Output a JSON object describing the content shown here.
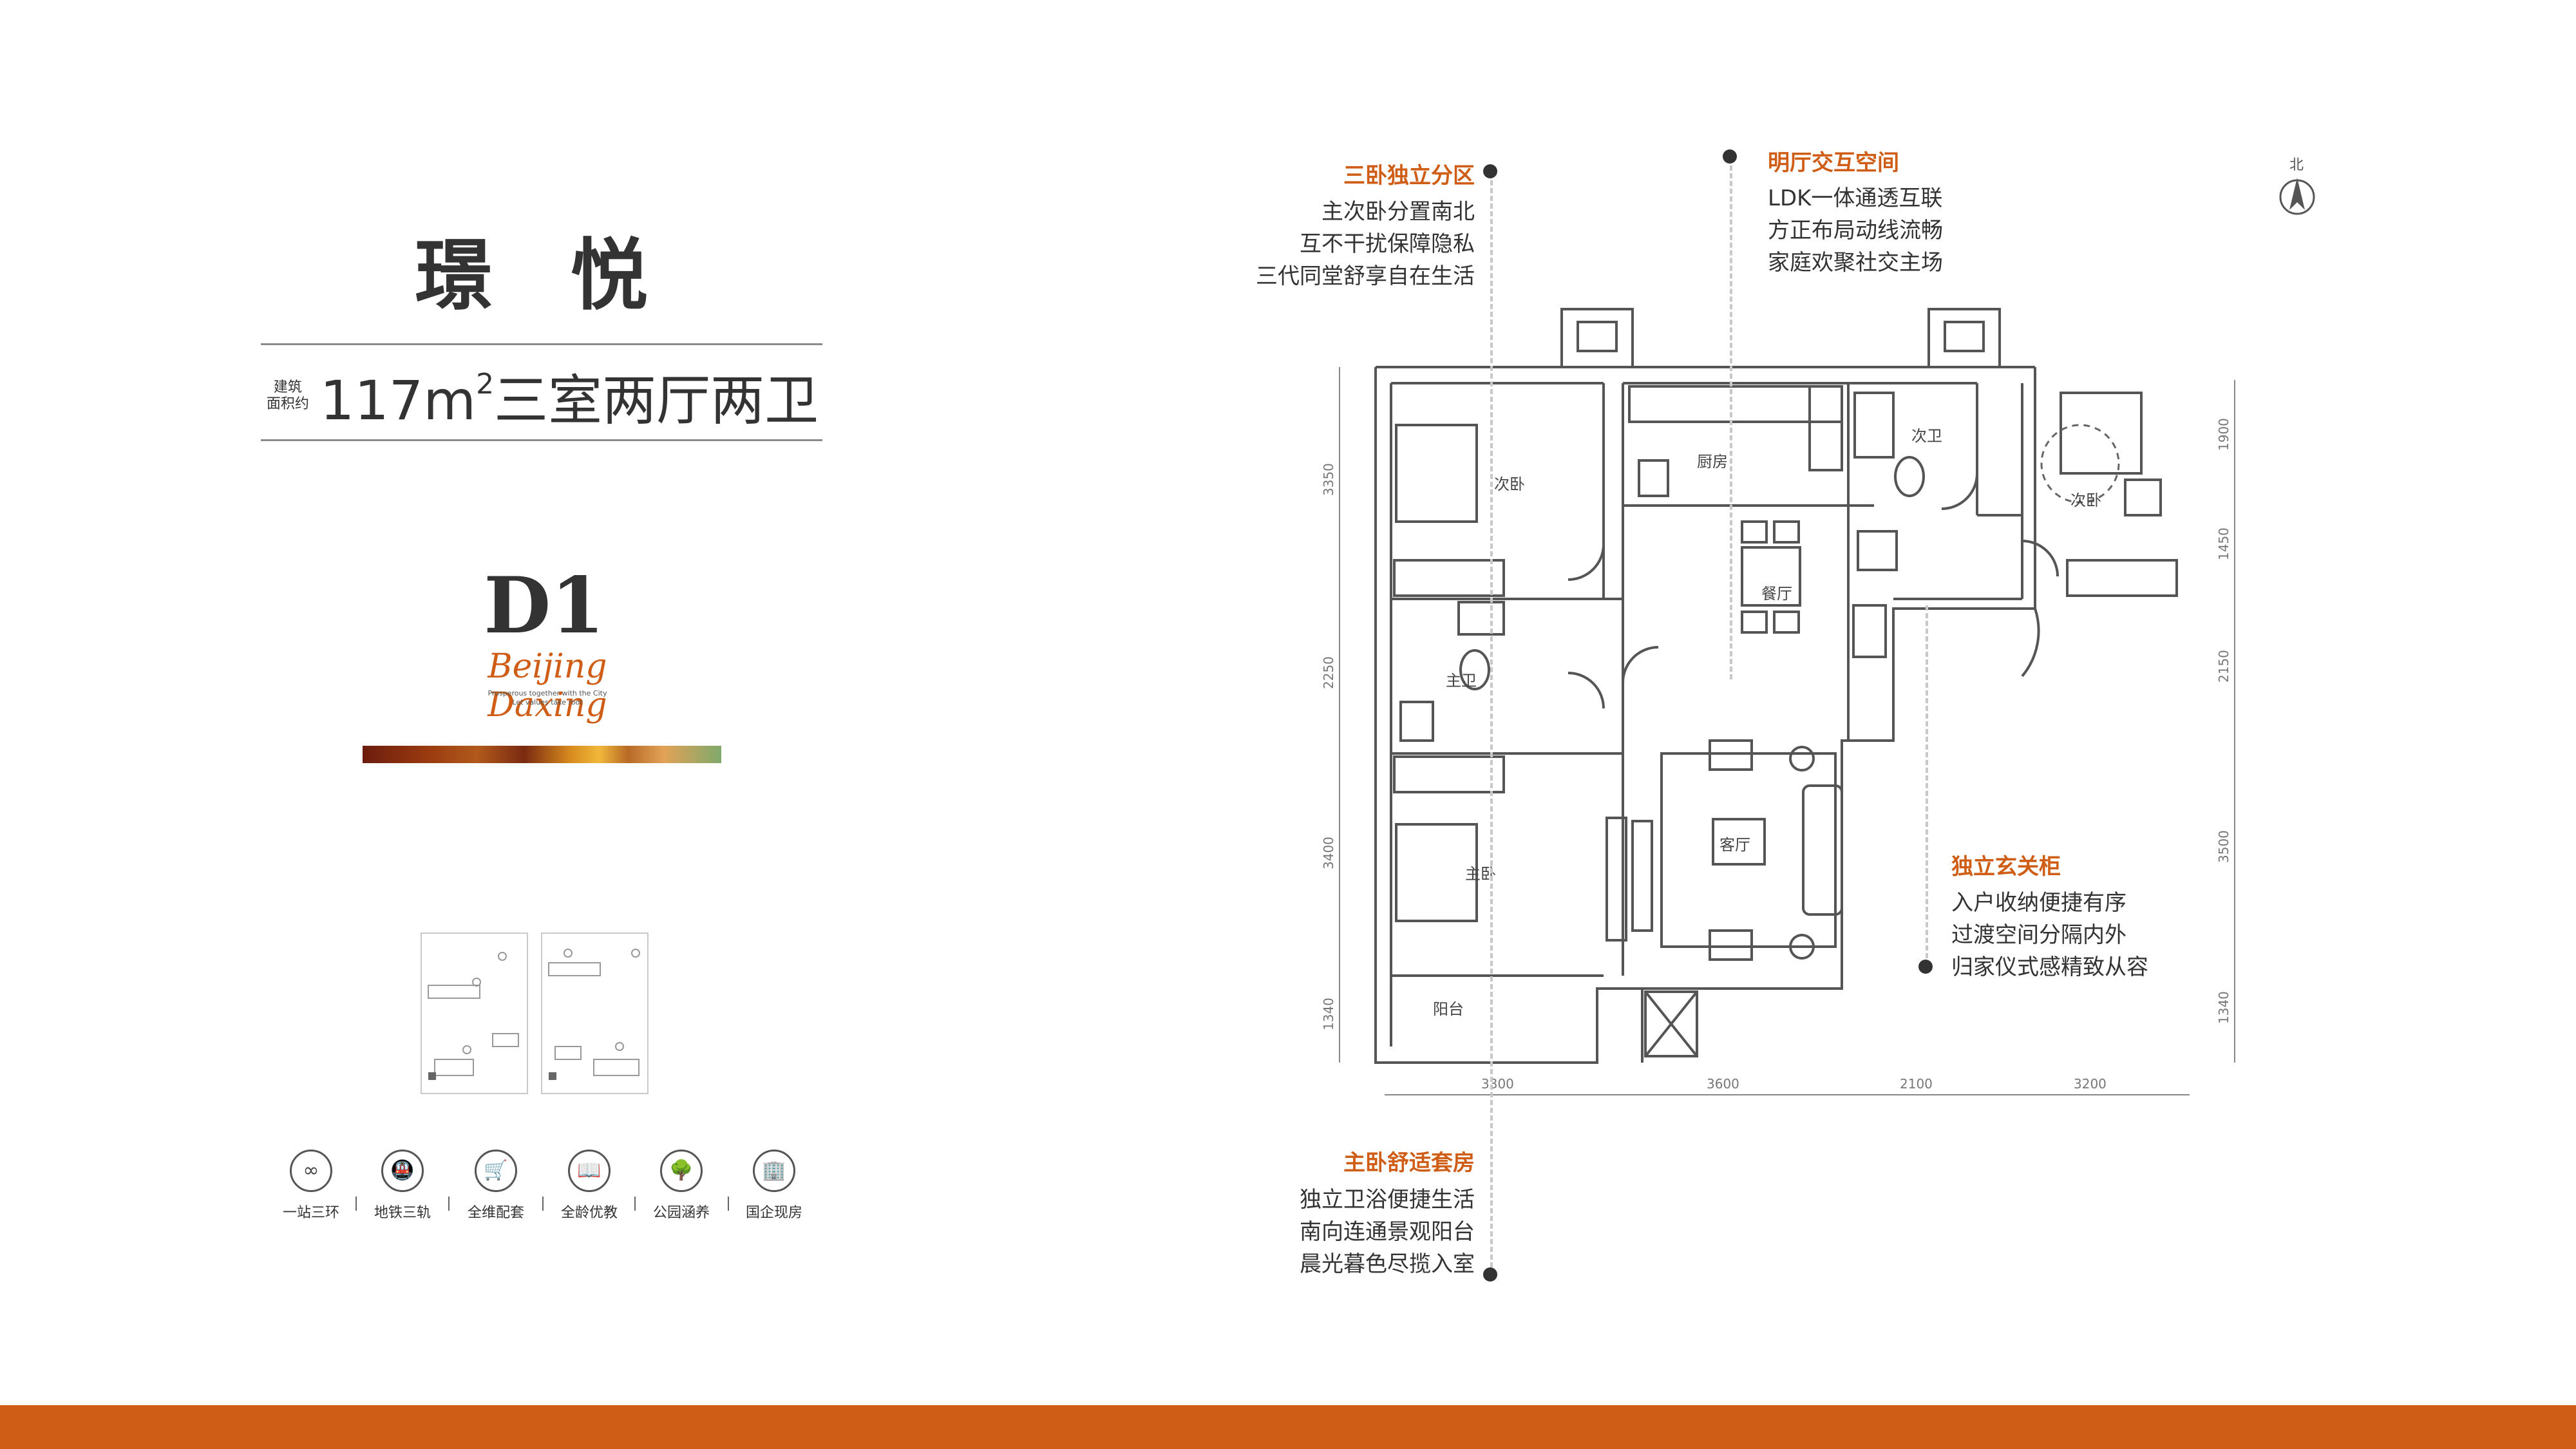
{
  "project": {
    "name": "璟 悦",
    "area_badge_line1": "建筑",
    "area_badge_line2": "面积约",
    "area_value": "117m",
    "area_sup": "2",
    "area_rooms": "三室两厅两卫",
    "unit_code": "D1",
    "script_text": "Beijing Daxing",
    "script_small_1": "Prosperous together with the City",
    "script_small_2": "Let values take root"
  },
  "features": [
    {
      "icon": "ring-road-icon",
      "glyph": "∞",
      "label": "一站三环"
    },
    {
      "icon": "subway-icon",
      "glyph": "🚇",
      "label": "地铁三轨"
    },
    {
      "icon": "shopping-cart-icon",
      "glyph": "🛒",
      "label": "全维配套"
    },
    {
      "icon": "book-icon",
      "glyph": "📖",
      "label": "全龄优教"
    },
    {
      "icon": "tree-icon",
      "glyph": "🌳",
      "label": "公园涵养"
    },
    {
      "icon": "building-icon",
      "glyph": "🏢",
      "label": "国企现房"
    }
  ],
  "highlights": {
    "bedrooms": {
      "title": "三卧独立分区",
      "lines": [
        "主次卧分置南北",
        "互不干扰保障隐私",
        "三代同堂舒享自在生活"
      ]
    },
    "living": {
      "title": "明厅交互空间",
      "lines": [
        "LDK一体通透互联",
        "方正布局动线流畅",
        "家庭欢聚社交主场"
      ]
    },
    "entry": {
      "title": "独立玄关柜",
      "lines": [
        "入户收纳便捷有序",
        "过渡空间分隔内外",
        "归家仪式感精致从容"
      ]
    },
    "master": {
      "title": "主卧舒适套房",
      "lines": [
        "独立卫浴便捷生活",
        "南向连通景观阳台",
        "晨光暮色尽揽入室"
      ]
    }
  },
  "floorplan": {
    "north_label": "北",
    "rooms": {
      "second_bedroom_left": "次卧",
      "kitchen": "厨房",
      "second_bath": "次卫",
      "second_bedroom_right": "次卧",
      "master_bath": "主卫",
      "dining": "餐厅",
      "living": "客厅",
      "master_bedroom": "主卧",
      "balcony": "阳台"
    },
    "dims_left": [
      "3350",
      "2250",
      "3400",
      "1340"
    ],
    "dims_bottom": [
      "3300",
      "3600",
      "2100",
      "3200"
    ],
    "dims_right": [
      "1900",
      "1450",
      "2150",
      "3500",
      "1340"
    ]
  },
  "colors": {
    "accent": "#cf5d15",
    "line": "#555555"
  }
}
